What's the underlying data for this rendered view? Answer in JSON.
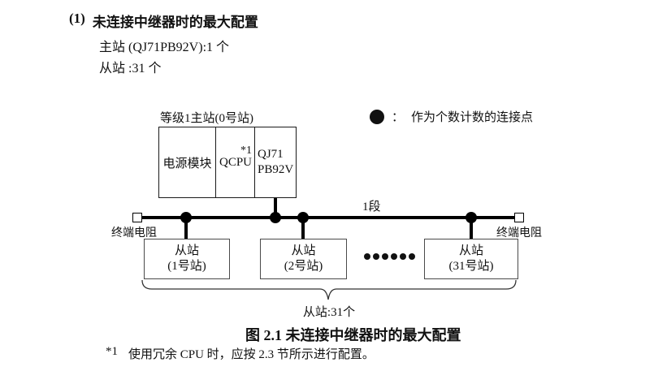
{
  "header": {
    "number": "(1)",
    "title": "未连接中继器时的最大配置",
    "master_line": "主站 (QJ71PB92V):1 个",
    "slave_line": "从站 :31 个"
  },
  "legend": {
    "colon": "：",
    "text": "作为个数计数的连接点"
  },
  "diagram": {
    "master_label": "等级1主站(0号站)",
    "master": {
      "power": "电源模块",
      "cpu": "QCPU",
      "cpu_note": "*1",
      "module_line1": "QJ71",
      "module_line2": "PB92V"
    },
    "segment_label": "1段",
    "terminator_left": "终端电阻",
    "terminator_right": "终端电阻",
    "slaves": [
      {
        "line1": "从站",
        "line2": "(1号站)"
      },
      {
        "line1": "从站",
        "line2": "(2号站)"
      },
      {
        "line1": "从站",
        "line2": "(31号站)"
      }
    ],
    "brace_label": "从站:31个"
  },
  "figure": {
    "caption": "图 2.1 未连接中继器时的最大配置"
  },
  "footnote": {
    "marker": "*1",
    "text": "使用冗余 CPU 时，应按 2.3 节所示进行配置。"
  },
  "colors": {
    "ink": "#111111",
    "line": "#000000",
    "slave_border": "#4a4a4a"
  }
}
